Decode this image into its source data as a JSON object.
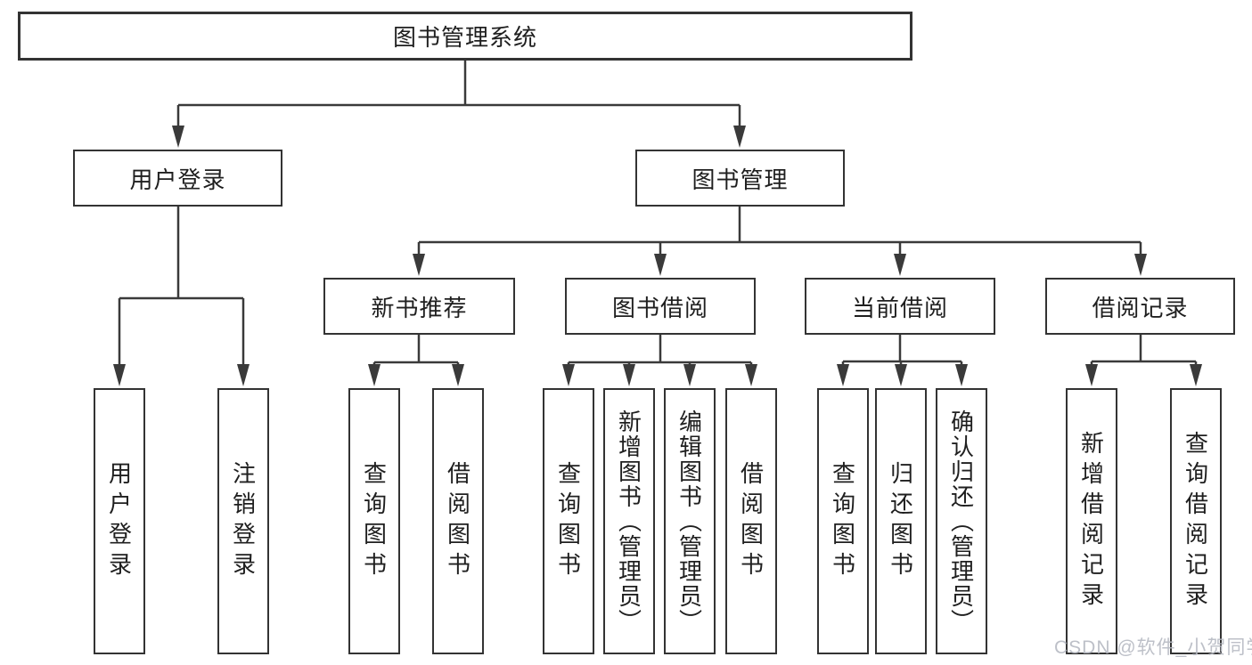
{
  "diagram": {
    "title": "图书管理系统",
    "root": {
      "label": "图书管理系统"
    },
    "level2": [
      {
        "label": "用户登录"
      },
      {
        "label": "图书管理"
      }
    ],
    "level3": [
      {
        "label": "新书推荐"
      },
      {
        "label": "图书借阅"
      },
      {
        "label": "当前借阅"
      },
      {
        "label": "借阅记录"
      }
    ],
    "leaves": [
      {
        "label": "用户登录",
        "parent": "用户登录"
      },
      {
        "label": "注销登录",
        "parent": "用户登录"
      },
      {
        "label": "查询图书",
        "parent": "新书推荐"
      },
      {
        "label": "借阅图书",
        "parent": "新书推荐"
      },
      {
        "label": "查询图书",
        "parent": "图书借阅"
      },
      {
        "label": "新增图书（管理员）",
        "parent": "图书借阅"
      },
      {
        "label": "编辑图书（管理员）",
        "parent": "图书借阅"
      },
      {
        "label": "借阅图书",
        "parent": "图书借阅"
      },
      {
        "label": "查询图书",
        "parent": "当前借阅"
      },
      {
        "label": "归还图书",
        "parent": "当前借阅"
      },
      {
        "label": "确认归还（管理员）",
        "parent": "当前借阅"
      },
      {
        "label": "新增借阅记录",
        "parent": "借阅记录"
      },
      {
        "label": "查询借阅记录",
        "parent": "借阅记录"
      }
    ]
  },
  "watermark": {
    "text": "CSDN @软件_小贺同学"
  },
  "colors": {
    "line": "#3a3a3a",
    "box_border": "#333333",
    "text": "#1f1f1f",
    "watermark": "#b6bac3",
    "background": "#ffffff"
  }
}
